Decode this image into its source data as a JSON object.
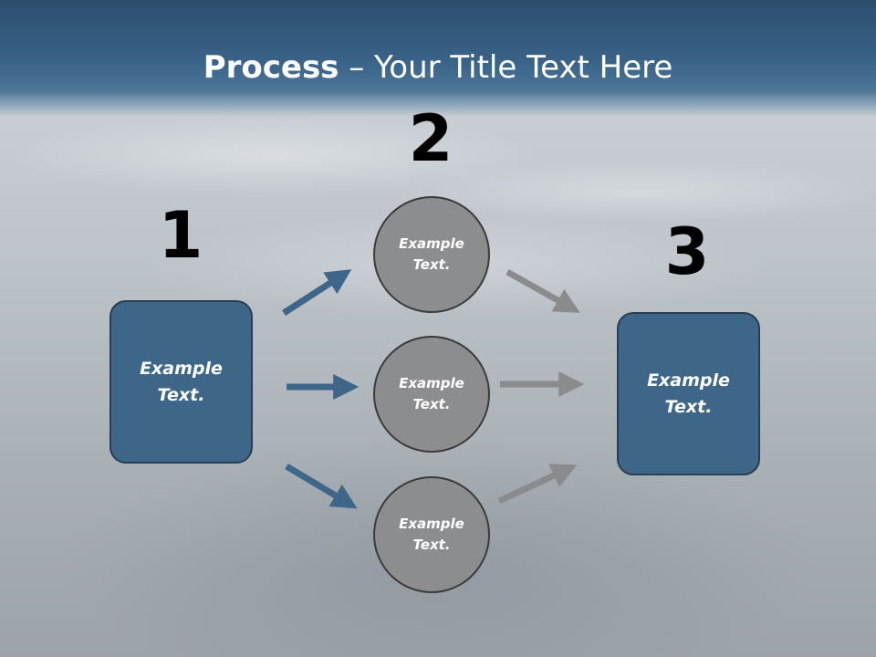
{
  "title": {
    "bold": "Process",
    "rest": " – Your Title Text Here"
  },
  "steps": {
    "one": "1",
    "two": "2",
    "three": "3"
  },
  "boxes": {
    "left": "Example Text.",
    "right": "Example Text."
  },
  "circles": {
    "top": "Example Text.",
    "middle": "Example Text.",
    "bottom": "Example Text."
  },
  "colors": {
    "title_band": "#3a6488",
    "box_fill": "#3d6688",
    "circle_fill": "#8c8d8f",
    "blue_arrow": "#3d6688",
    "gray_arrow": "#8a8b8d"
  }
}
